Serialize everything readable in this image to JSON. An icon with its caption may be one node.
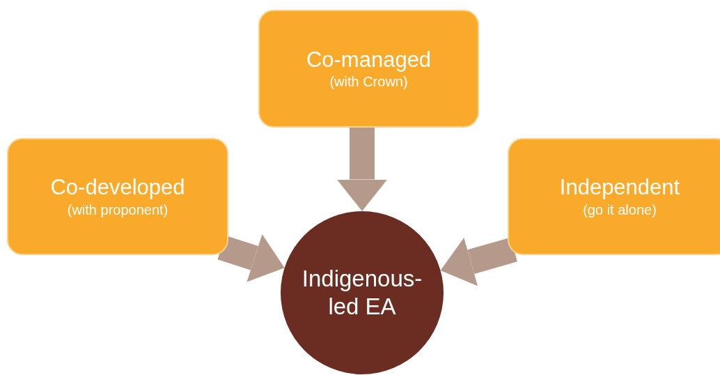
{
  "diagram": {
    "nodes": [
      {
        "text": [
          "Co-managed",
          "(with Crown)"
        ]
      },
      {
        "text": [
          "Co-developed",
          "(with proponent)"
        ]
      },
      {
        "text": [
          "Independent",
          "(go it alone)"
        ]
      },
      {
        "text": [
          "Indigenous-led EA"
        ]
      }
    ],
    "edges": [
      {
        "from": 0,
        "to": 3,
        "arrow": "to"
      },
      {
        "from": 1,
        "to": 3,
        "arrow": "to"
      },
      {
        "from": 2,
        "to": 3,
        "arrow": "to"
      }
    ]
  }
}
